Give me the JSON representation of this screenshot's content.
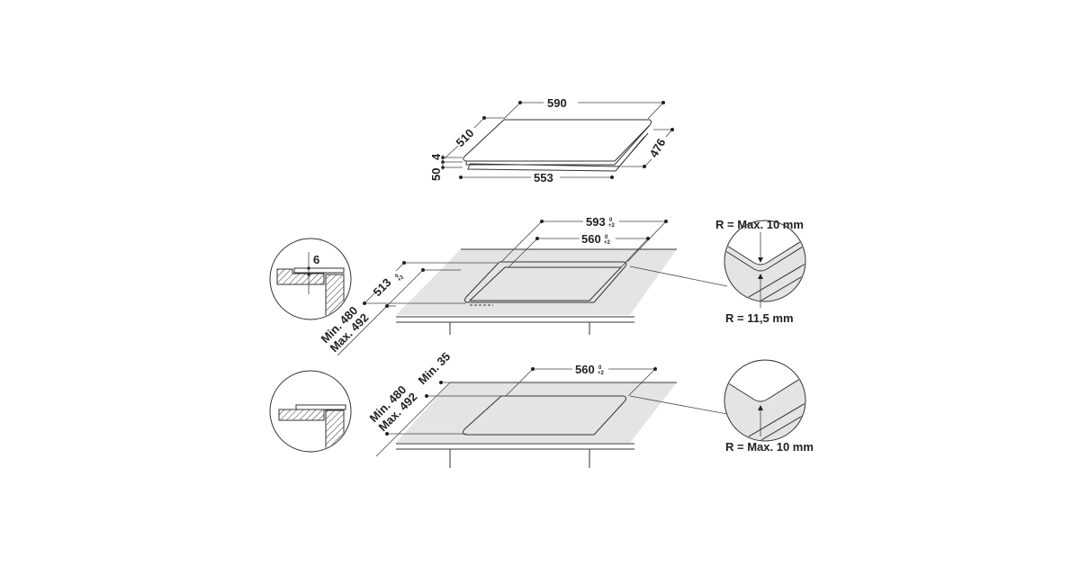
{
  "diagram": {
    "hob": {
      "width": "590",
      "depth": "510",
      "base_width": "553",
      "base_depth": "476",
      "glass_thickness": "4",
      "height": "50"
    },
    "cutout_flush": {
      "outer_width": "593",
      "outer_width_tol_top": "0",
      "outer_width_tol_bottom": "+2",
      "inner_width": "560",
      "inner_width_tol_top": "0",
      "inner_width_tol_bottom": "+2",
      "outer_depth": "513",
      "outer_depth_tol_top": "0",
      "outer_depth_tol_bottom": "+2",
      "worktop_depth_min": "Min. 480",
      "worktop_depth_max": "Max. 492",
      "recess_depth": "6",
      "corner_outer_radius": "R = Max. 10 mm",
      "corner_inner_radius": "R = 11,5 mm"
    },
    "cutout_standard": {
      "width": "560",
      "width_tol_top": "0",
      "width_tol_bottom": "+2",
      "front_clearance": "Min. 35",
      "worktop_depth_min": "Min. 480",
      "worktop_depth_max": "Max. 492",
      "corner_radius": "R = Max. 10 mm"
    }
  }
}
